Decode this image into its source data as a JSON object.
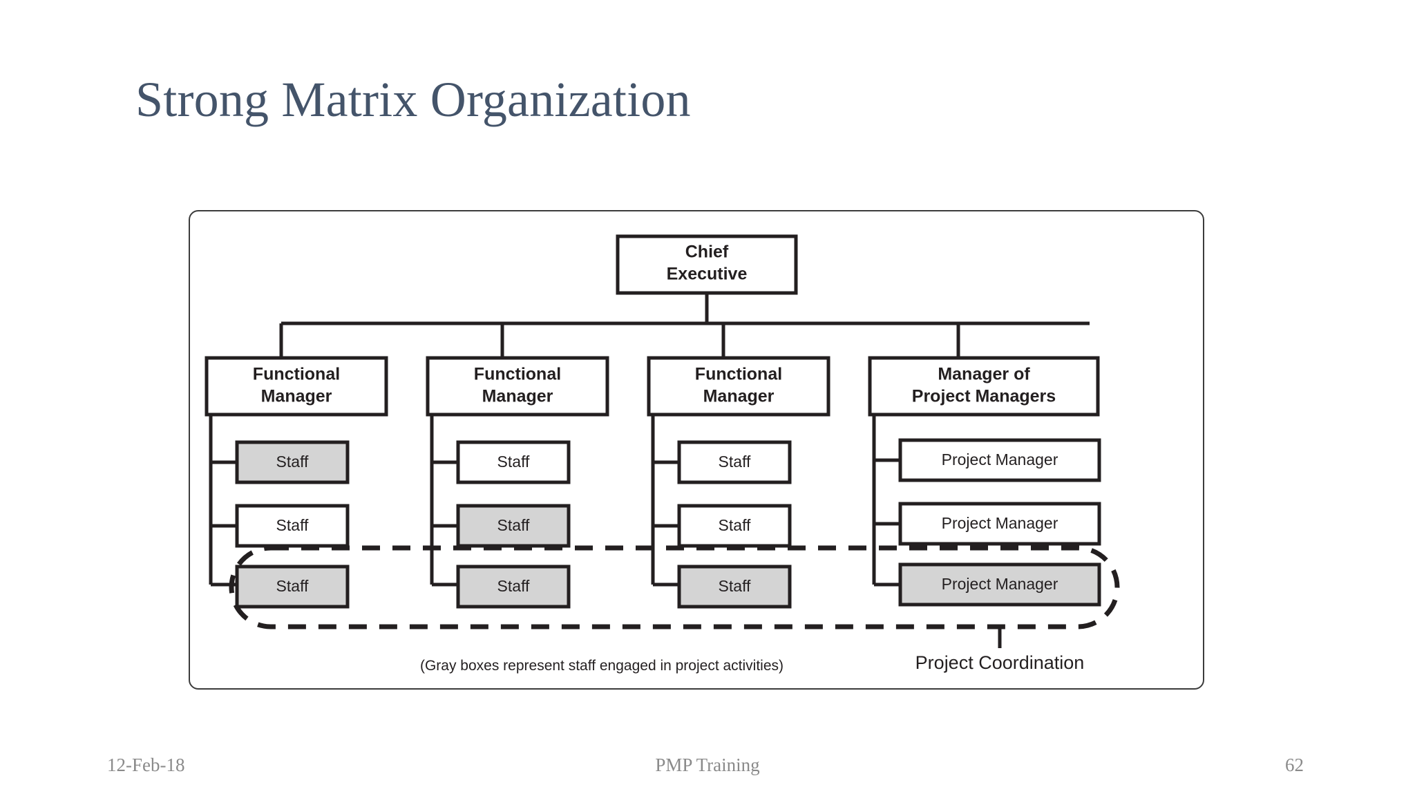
{
  "slide": {
    "title": "Strong Matrix Organization"
  },
  "diagram": {
    "root": {
      "id": "chief-executive",
      "label_line1": "Chief",
      "label_line2": "Executive"
    },
    "managers": [
      {
        "id": "functional-manager-1",
        "label_line1": "Functional",
        "label_line2": "Manager"
      },
      {
        "id": "functional-manager-2",
        "label_line1": "Functional",
        "label_line2": "Manager"
      },
      {
        "id": "functional-manager-3",
        "label_line1": "Functional",
        "label_line2": "Manager"
      },
      {
        "id": "manager-of-project-managers",
        "label_line1": "Manager of",
        "label_line2": "Project Managers"
      }
    ],
    "columns": [
      {
        "manager_id": "functional-manager-1",
        "leaves": [
          {
            "label": "Staff",
            "highlighted": true
          },
          {
            "label": "Staff",
            "highlighted": false
          },
          {
            "label": "Staff",
            "highlighted": true
          }
        ]
      },
      {
        "manager_id": "functional-manager-2",
        "leaves": [
          {
            "label": "Staff",
            "highlighted": false
          },
          {
            "label": "Staff",
            "highlighted": true
          },
          {
            "label": "Staff",
            "highlighted": true
          }
        ]
      },
      {
        "manager_id": "functional-manager-3",
        "leaves": [
          {
            "label": "Staff",
            "highlighted": false
          },
          {
            "label": "Staff",
            "highlighted": false
          },
          {
            "label": "Staff",
            "highlighted": true
          }
        ]
      },
      {
        "manager_id": "manager-of-project-managers",
        "leaves": [
          {
            "label": "Project Manager",
            "highlighted": false
          },
          {
            "label": "Project Manager",
            "highlighted": false
          },
          {
            "label": "Project Manager",
            "highlighted": true
          }
        ]
      }
    ],
    "caption": "(Gray boxes represent staff engaged in project activities)",
    "coordination_label": "Project Coordination",
    "colors": {
      "line": "#231f20",
      "highlight_fill": "#d4d4d4",
      "node_fill": "#ffffff",
      "frame_border": "#3b3b3b",
      "title_color": "#44546a",
      "footer_color": "#8a8a8a"
    }
  },
  "footer": {
    "date": "12-Feb-18",
    "title": "PMP Training",
    "page_number": "62"
  }
}
